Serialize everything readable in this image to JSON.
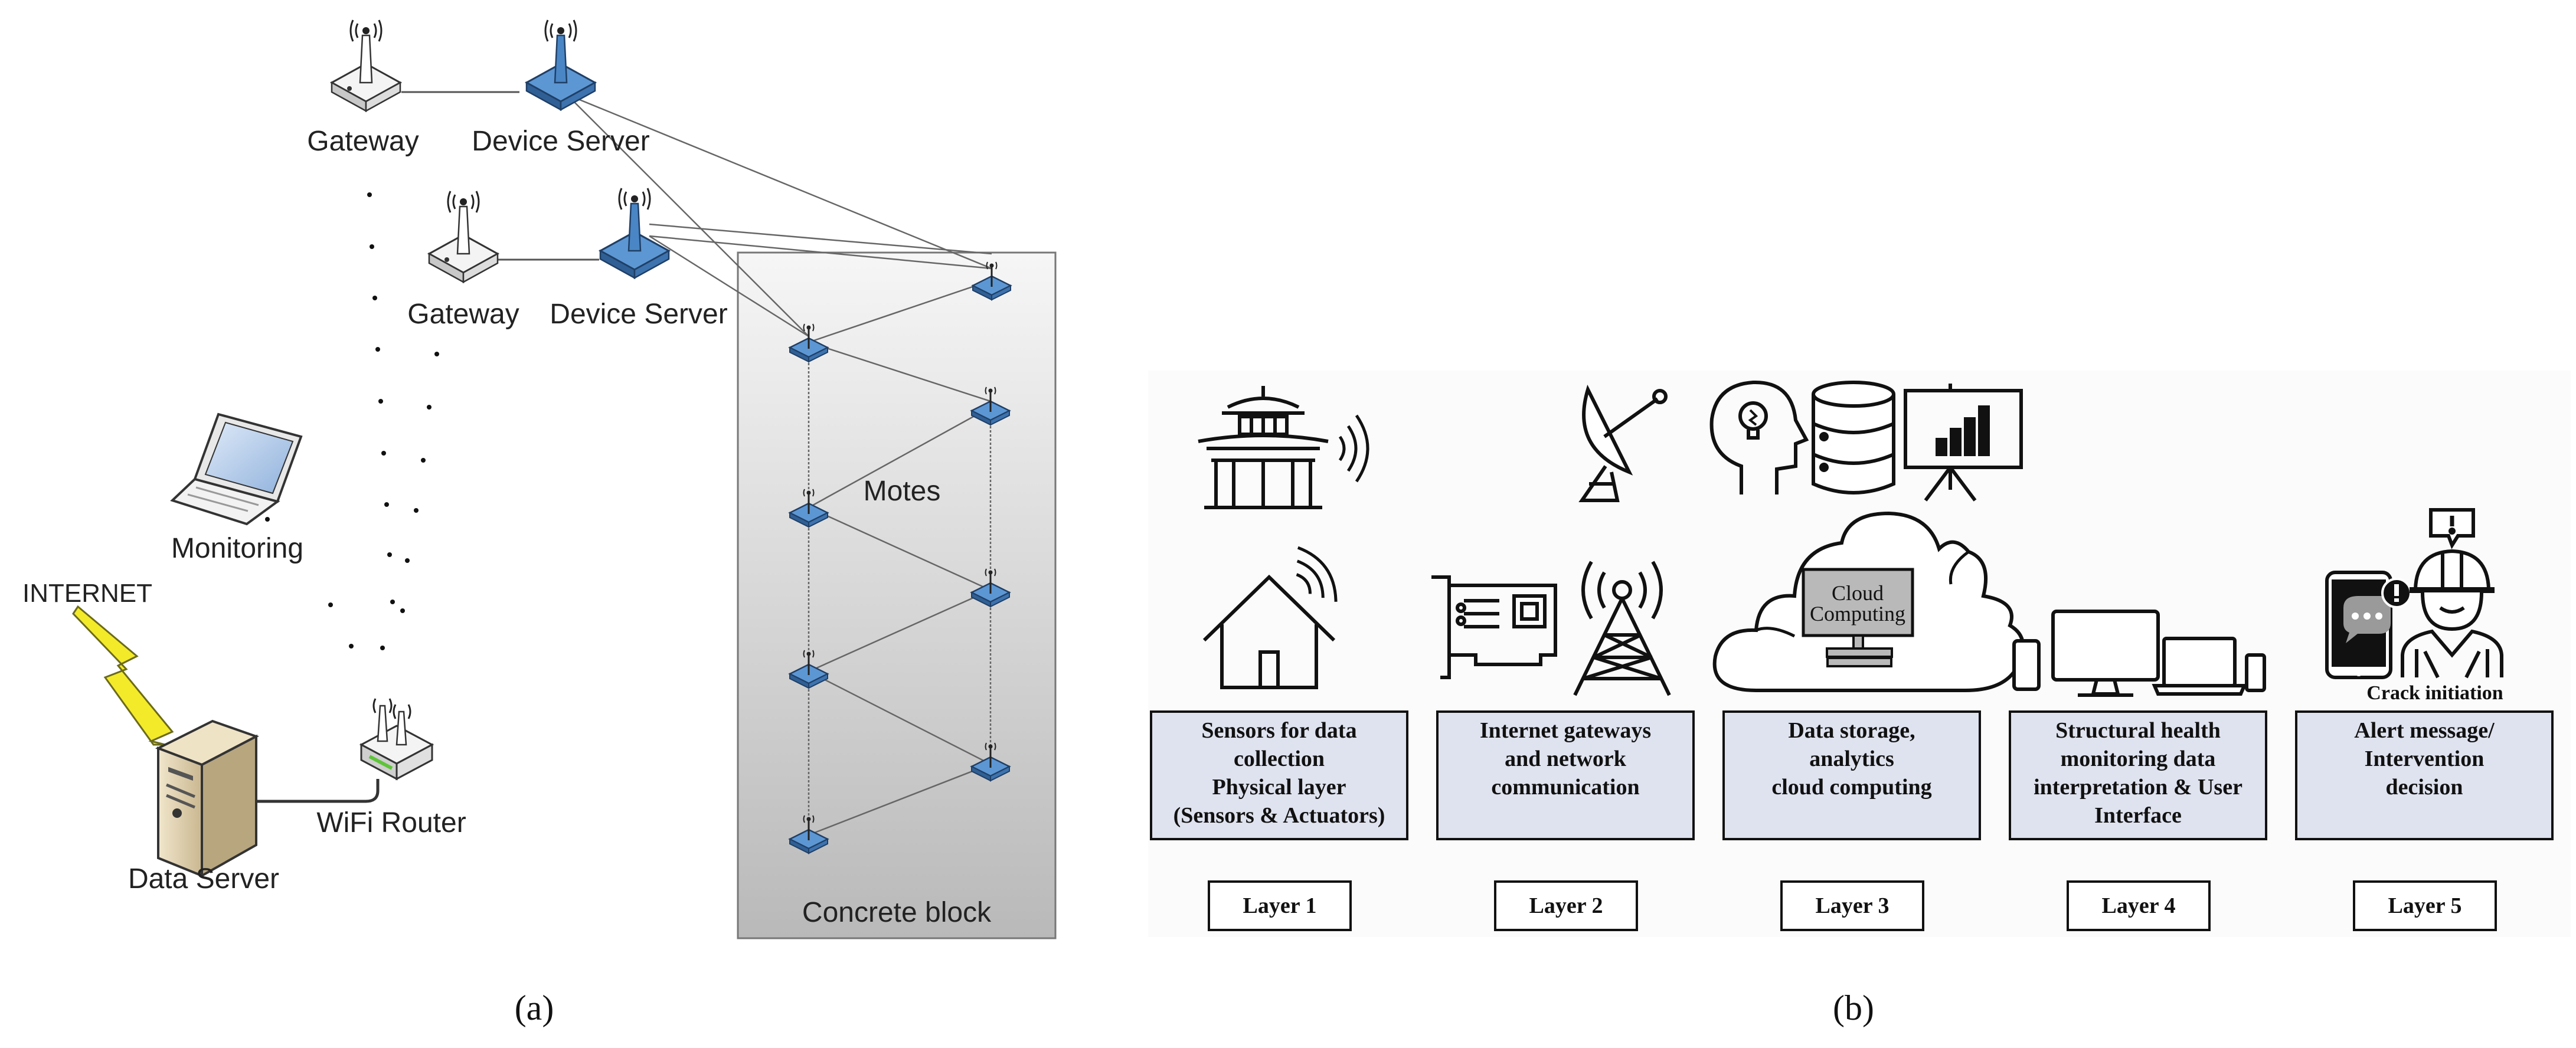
{
  "panel_a": {
    "caption": "(a)",
    "gateway_1": "Gateway",
    "device_server_1": "Device Server",
    "gateway_2": "Gateway",
    "device_server_2": "Device Server",
    "monitoring": "Monitoring",
    "internet": "INTERNET",
    "wifi_router": "WiFi Router",
    "data_server": "Data Server",
    "motes": "Motes",
    "concrete_block": "Concrete block"
  },
  "panel_b": {
    "caption": "(b)",
    "cloud_label_line1": "Cloud",
    "cloud_label_line2": "Computing",
    "crack_initiation": "Crack initiation",
    "layers": [
      {
        "name": "Layer 1",
        "desc": [
          "Sensors for data",
          "collection",
          "Physical layer",
          "(Sensors & Actuators)"
        ]
      },
      {
        "name": "Layer 2",
        "desc": [
          "Internet gateways",
          "and network",
          "communication"
        ]
      },
      {
        "name": "Layer 3",
        "desc": [
          "Data storage,",
          "analytics",
          "cloud computing"
        ]
      },
      {
        "name": "Layer 4",
        "desc": [
          "Structural health",
          "monitoring data",
          "interpretation & User",
          "Interface"
        ]
      },
      {
        "name": "Layer 5",
        "desc": [
          "Alert message/",
          "Intervention",
          "decision"
        ]
      }
    ]
  },
  "colors": {
    "mote_blue": "#4a86c5",
    "layer_box_fill": "#dfe3ef",
    "bolt_yellow": "#f3ea2a"
  }
}
